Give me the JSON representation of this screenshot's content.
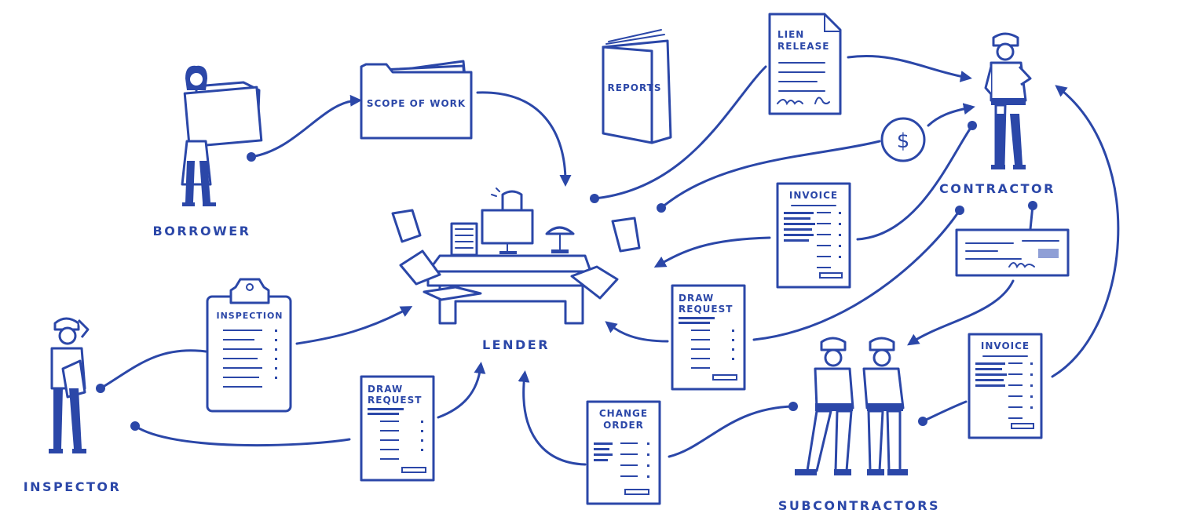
{
  "roles": {
    "borrower": "BORROWER",
    "lender": "LENDER",
    "inspector": "INSPECTOR",
    "contractor": "CONTRACTOR",
    "subcontractors": "SUBCONTRACTORS"
  },
  "documents": {
    "scope_of_work": "SCOPE OF WORK",
    "reports": "REPORTS",
    "lien_release_1": "LIEN",
    "lien_release_2": "RELEASE",
    "invoice_contractor": "INVOICE",
    "invoice_sub": "INVOICE",
    "inspection": "INSPECTION",
    "draw_request_1a": "DRAW",
    "draw_request_1b": "REQUEST",
    "draw_request_2a": "DRAW",
    "draw_request_2b": "REQUEST",
    "change_order_1": "CHANGE",
    "change_order_2": "ORDER",
    "payment_symbol": "$"
  },
  "colors": {
    "ink": "#2b47a8",
    "background": "#ffffff",
    "accent_light": "#8f9fd6"
  }
}
